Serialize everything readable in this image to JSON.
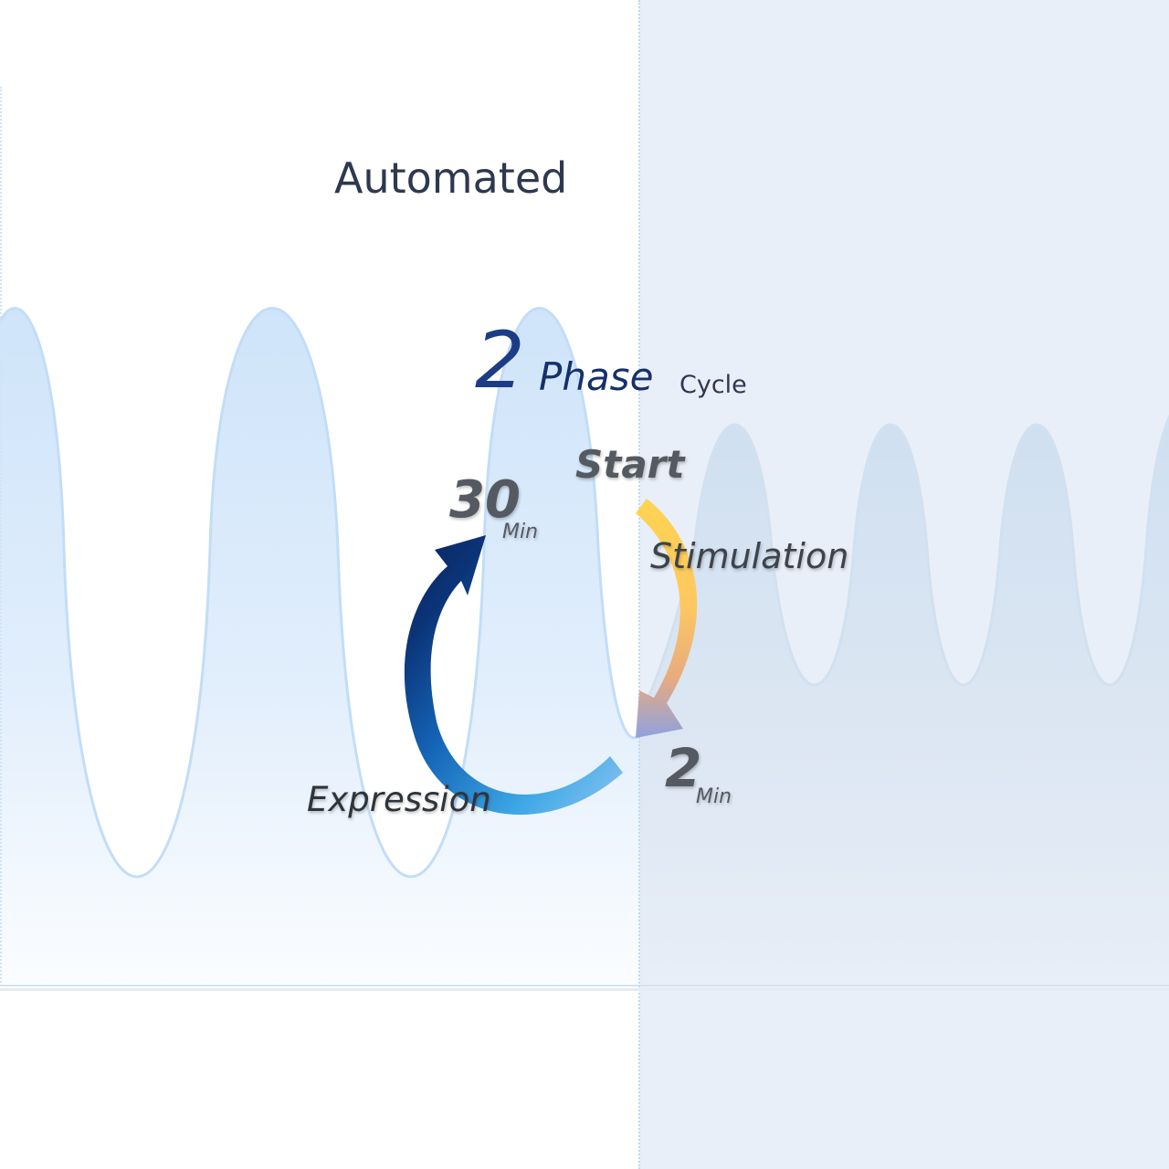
{
  "title": "Automated",
  "cycle": {
    "number": "2",
    "phase_word": "Phase",
    "cycle_word": "Cycle"
  },
  "labels": {
    "start": "Start",
    "stimulation": "Stimulation",
    "expression": "Expression"
  },
  "durations": {
    "expression_value": "30",
    "expression_unit": "Min",
    "stimulation_value": "2",
    "stimulation_unit": "Min"
  },
  "colors": {
    "right_panel": "#e9eff8",
    "wave_fill": "#d6e9fb",
    "stimulation_arrow_start": "#ffd24a",
    "stimulation_arrow_end": "#8a9ee0",
    "expression_arrow_start": "#7fb6ec",
    "expression_arrow_end": "#0b2460"
  }
}
